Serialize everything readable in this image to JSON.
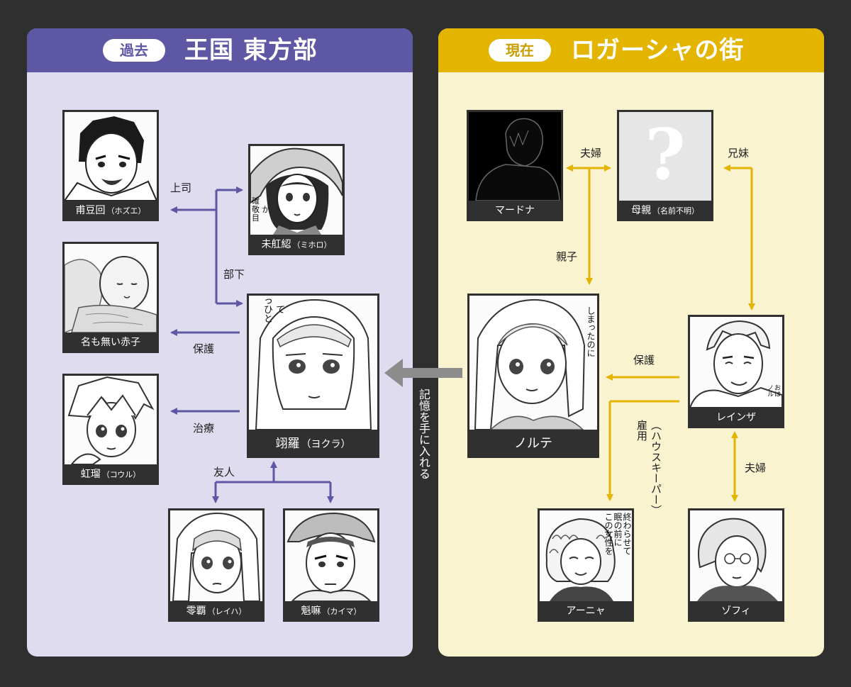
{
  "past": {
    "tag": "過去",
    "title": "王国 東方部"
  },
  "present": {
    "tag": "現在",
    "title": "ロガーシャの街"
  },
  "characters": {
    "hozue": {
      "name": "甫豆回",
      "reading": "（ホズエ）"
    },
    "mihoro": {
      "name": "未舡綛",
      "reading": "（ミホロ）"
    },
    "baby": {
      "name": "名も無い赤子",
      "reading": ""
    },
    "yokura": {
      "name": "翊羅",
      "reading": "（ヨクラ）"
    },
    "kouru": {
      "name": "虹瑠",
      "reading": "（コウル）"
    },
    "reiha": {
      "name": "零覇",
      "reading": "（レイハ）"
    },
    "kaima": {
      "name": "魁嘛",
      "reading": "（カイマ）"
    },
    "madona": {
      "name": "マードナ",
      "reading": ""
    },
    "mother": {
      "name": "母親",
      "reading": "（名前不明）"
    },
    "norute": {
      "name": "ノルテ",
      "reading": ""
    },
    "reinza": {
      "name": "レインザ",
      "reading": ""
    },
    "anya": {
      "name": "アーニャ",
      "reading": ""
    },
    "zofi": {
      "name": "ゾフィ",
      "reading": ""
    }
  },
  "relations": {
    "boss": "上司",
    "subordinate": "部下",
    "protect_baby": "保護",
    "heal": "治療",
    "friends": "友人",
    "couple_top": "夫婦",
    "siblings": "兄妹",
    "parent_child": "親子",
    "protect_norute": "保護",
    "employ": "雇用",
    "housekeeper": "（ハウスキーパー）",
    "couple_bottom": "夫婦",
    "memory": "記憶を手に入れる"
  },
  "manga_text": {
    "mihoro_bubble": "確\n敬 か\n目",
    "yokura_bubble": "っ\nひ て\nと",
    "norute_bubble": "しまったのに",
    "reinza_bubble": "おは\nノル",
    "anya_bubble": "終わらせて\n眠の前に\nこの女性を"
  },
  "mother_placeholder": "?",
  "colors": {
    "past_accent": "#5e57a4",
    "present_accent": "#e3b400",
    "memory_arrow": "#8c8c8c"
  }
}
